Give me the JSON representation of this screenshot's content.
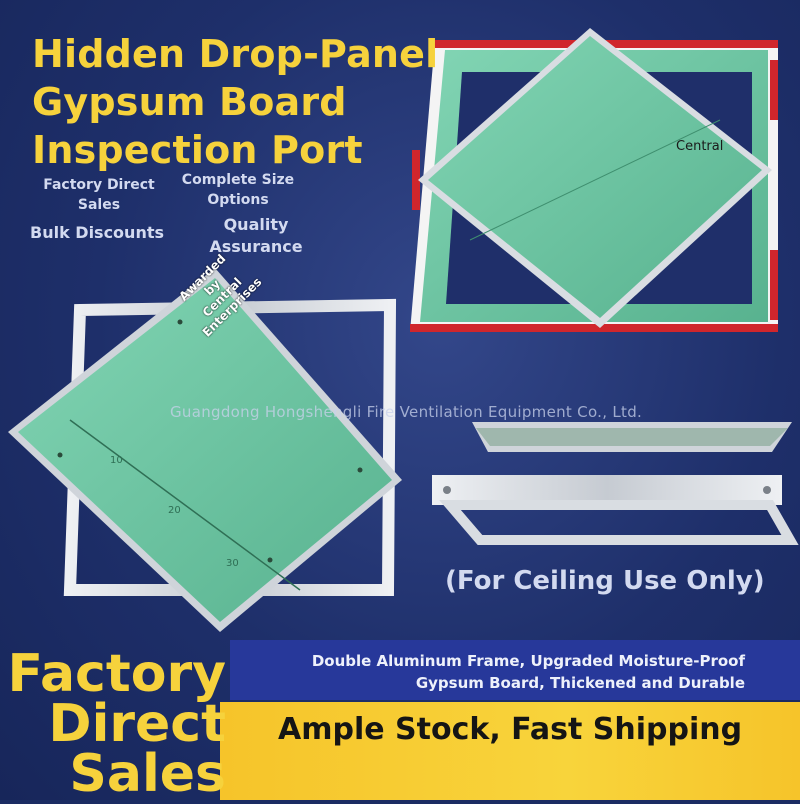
{
  "header": {
    "title_lines": [
      "Hidden Drop-Panel",
      "Gypsum Board",
      "Inspection Port"
    ]
  },
  "features": {
    "factory_direct_sales": "Factory Direct Sales",
    "complete_size_options": "Complete Size Options",
    "bulk_discounts": "Bulk Discounts",
    "quality_assurance": "Quality Assurance"
  },
  "product_labels": {
    "central": "Central",
    "awarded_lines": [
      "Awarded",
      "by",
      "Central",
      "Enterprises"
    ],
    "ruler_marks": [
      "10",
      "20",
      "30"
    ]
  },
  "watermark": "Guangdong Hongshengli Fire Ventilation Equipment Co., Ltd.",
  "ceiling_note": "(For Ceiling Use Only)",
  "bottom": {
    "factory_lines": [
      "Factory",
      "Direct",
      "Sales"
    ],
    "description": "Double Aluminum Frame, Upgraded Moisture-Proof Gypsum Board, Thickened and Durable",
    "slogan": "Ample Stock, Fast Shipping"
  },
  "colors": {
    "title_yellow": "#f6d23c",
    "board_green": "#6cc6a3",
    "frame_silver": "#d9dde2",
    "tape_red": "#d0262c",
    "band_blue": "#27389a",
    "band_yellow": "#f8d43b"
  }
}
